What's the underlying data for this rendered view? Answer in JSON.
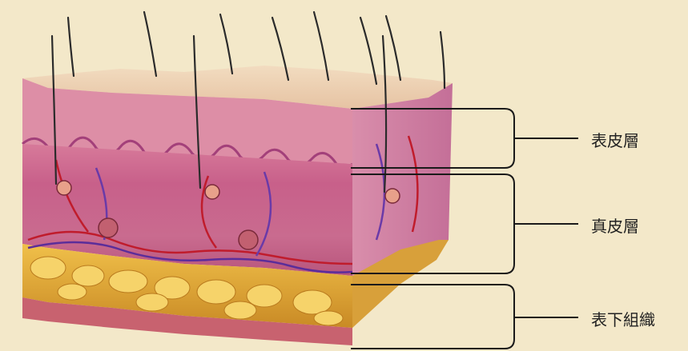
{
  "diagram": {
    "layers": [
      {
        "id": "epidermis",
        "label": "表皮層"
      },
      {
        "id": "dermis",
        "label": "真皮層"
      },
      {
        "id": "hypodermis",
        "label": "表下組織"
      }
    ],
    "colors": {
      "background": "#f3e8c9",
      "epidermis": "#d98aa0",
      "dermis": "#c45a84",
      "fat": "#e0a63a",
      "hair": "#2b2b2b",
      "bracket": "#1a1a1a"
    }
  }
}
